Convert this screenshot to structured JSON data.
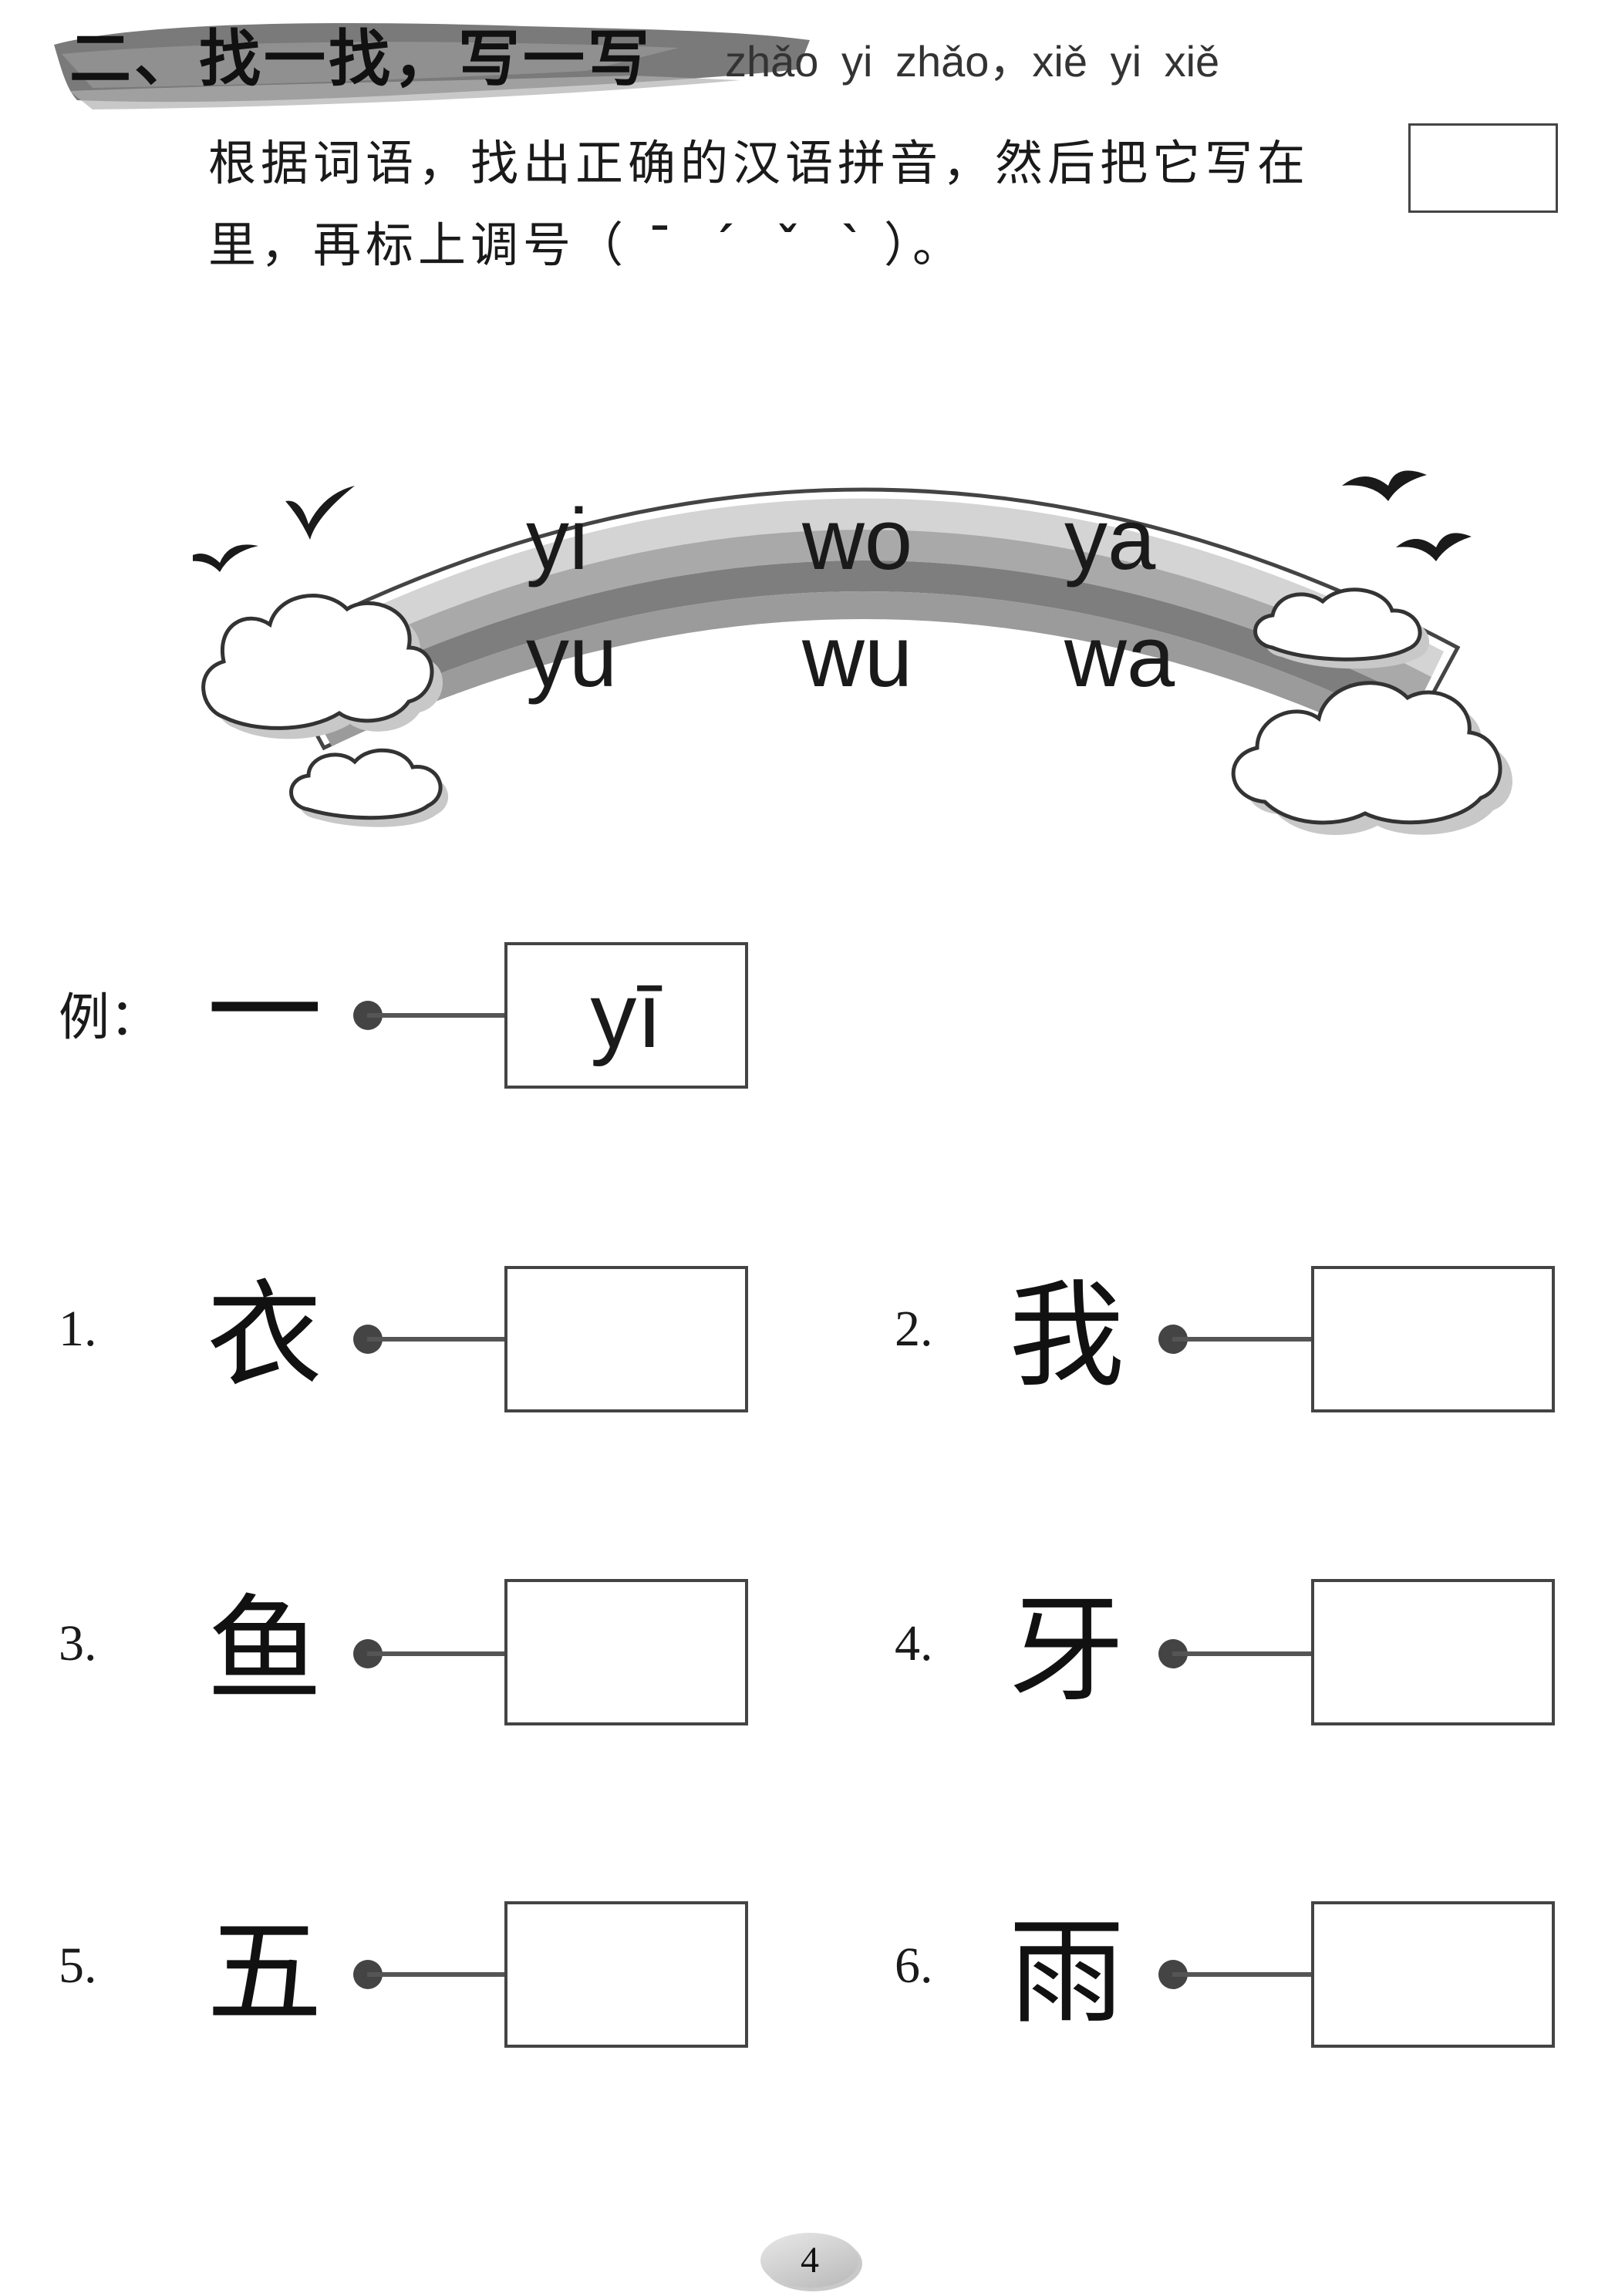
{
  "header": {
    "title": "二、找一找，写一写",
    "pinyin": "zhǎo  yi  zhǎo，xiě  yi  xiě"
  },
  "instruction": {
    "line1": "根据词语，找出正确的汉语拼音，然后把它写在",
    "line2_prefix": "里，再标上调号（",
    "tones": [
      "ˉ",
      "ˊ",
      "ˇ",
      "ˋ"
    ],
    "line2_suffix": "）。"
  },
  "rainbow": {
    "syllables": [
      "yi",
      "wo",
      "ya",
      "yu",
      "wu",
      "wa"
    ]
  },
  "example": {
    "label": "例：",
    "char": "一",
    "answer": "yī"
  },
  "items": [
    {
      "num": "1.",
      "char": "衣",
      "answer": ""
    },
    {
      "num": "2.",
      "char": "我",
      "answer": ""
    },
    {
      "num": "3.",
      "char": "鱼",
      "answer": ""
    },
    {
      "num": "4.",
      "char": "牙",
      "answer": ""
    },
    {
      "num": "5.",
      "char": "五",
      "answer": ""
    },
    {
      "num": "6.",
      "char": "雨",
      "answer": ""
    }
  ],
  "page_number": "4"
}
